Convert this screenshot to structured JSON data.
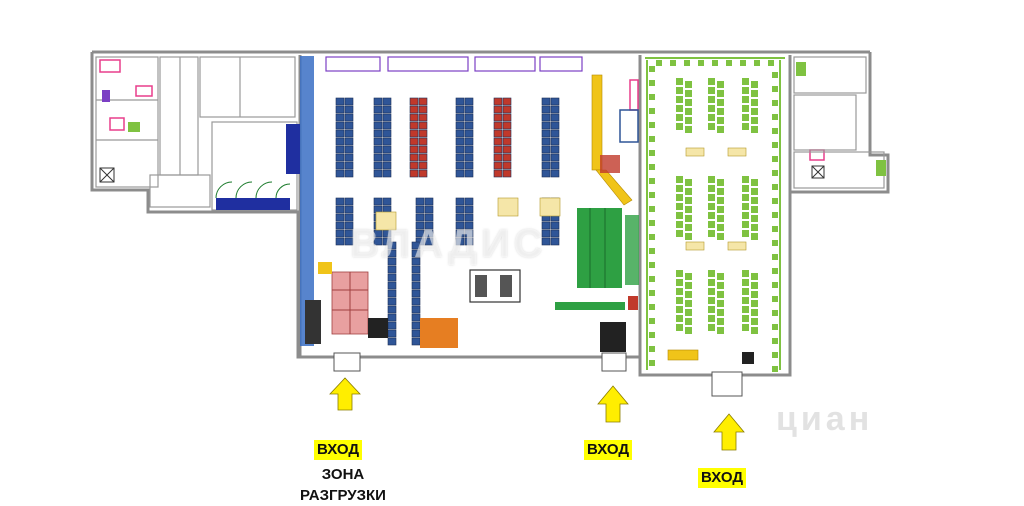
{
  "entries": [
    {
      "label": "ВХОД"
    },
    {
      "label": "ВХОД"
    },
    {
      "label": "ВХОД"
    }
  ],
  "unloading_zone": {
    "line1": "ЗОНА",
    "line2": "РАЗГРУЗКИ"
  },
  "watermarks": [
    "ВЛАДИС",
    "циан"
  ],
  "colors": {
    "arrow": "#ffee00",
    "wall": "#8c8c8c",
    "shelf_blue": "#2f5597",
    "shelf_red": "#c0392b",
    "counter_yellow": "#f0c419",
    "plant_green": "#7fc241",
    "fridge_green": "#2ea043",
    "orange_equipment": "#e67e22",
    "pink_fixture": "#e83e8c",
    "dark_blue_wall": "#1f2fa0"
  }
}
